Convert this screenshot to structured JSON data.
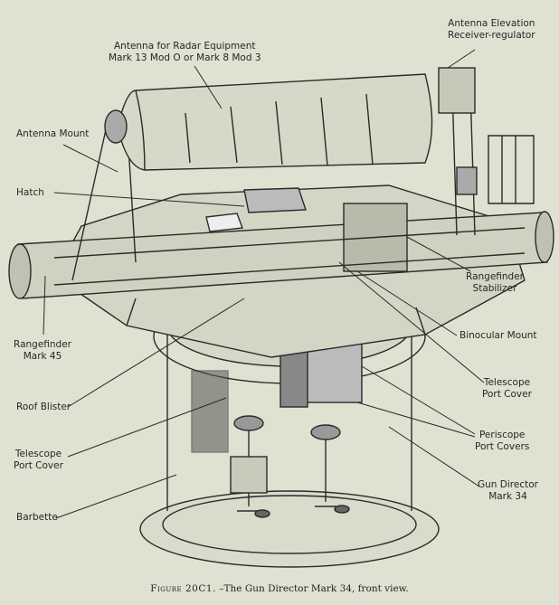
{
  "labels": {
    "antenna_elevation": [
      "Antenna Elevation",
      "Receiver-regulator"
    ],
    "antenna_radar": [
      "Antenna for Radar Equipment",
      "Mark 13 Mod O or Mark 8 Mod 3"
    ],
    "antenna_mount": "Antenna Mount",
    "hatch": "Hatch",
    "rangefinder_stabilizer": [
      "Rangefinder",
      "Stabilizer"
    ],
    "rangefinder_mark45": [
      "Rangefinder",
      "Mark 45"
    ],
    "binocular_mount": "Binocular Mount",
    "roof_blister": "Roof Blister",
    "telescope_port_cover_right": [
      "Telescope",
      "Port Cover"
    ],
    "periscope_port_covers": [
      "Periscope",
      "Port Covers"
    ],
    "telescope_port_cover_left": [
      "Telescope",
      "Port Cover"
    ],
    "gun_director": [
      "Gun Director",
      "Mark 34"
    ],
    "barbette": "Barbette"
  },
  "caption": {
    "figure": "Figure 20C1.",
    "text": " –The Gun Director Mark 34, front view."
  },
  "colors": {
    "paper": "#dfe2d1",
    "ink": "#262626"
  }
}
